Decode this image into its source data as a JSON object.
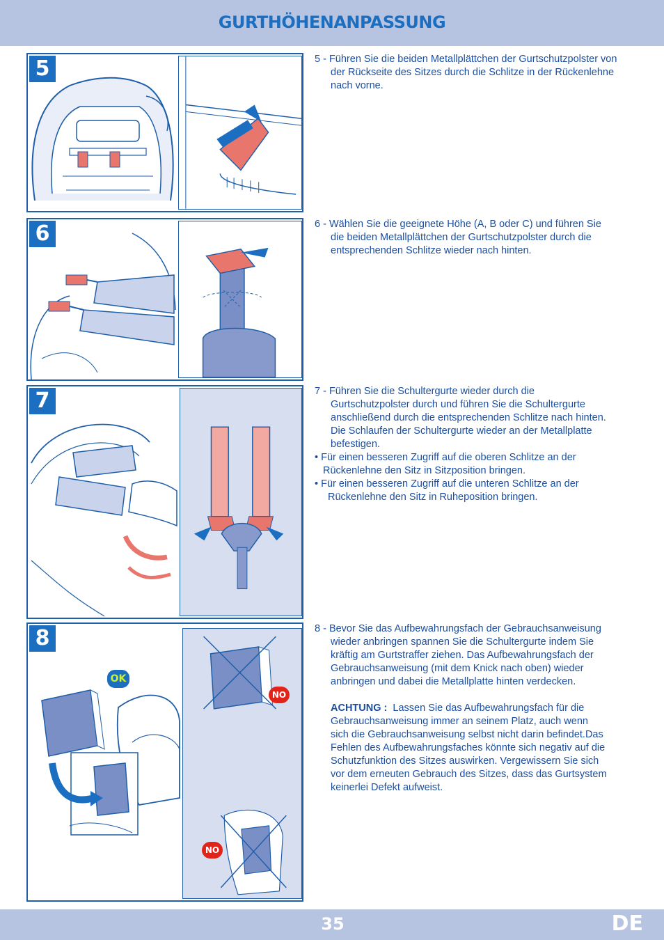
{
  "header": {
    "title": "GURTHÖHENANPASSUNG"
  },
  "footer": {
    "page_number": "35",
    "language": "DE"
  },
  "steps": [
    {
      "number": "5",
      "lines": [
        "5 - Führen Sie die beiden Metallplättchen der Gurtschutzpolster von",
        "der Rückseite des Sitzes durch die Schlitze in der Rückenlehne",
        "nach vorne."
      ]
    },
    {
      "number": "6",
      "lines": [
        "6 - Wählen Sie die geeignete Höhe (A, B oder C) und führen Sie",
        "die beiden Metallplättchen der Gurtschutzpolster durch die",
        "entsprechenden Schlitze wieder nach hinten."
      ]
    },
    {
      "number": "7",
      "lines": [
        "7 - Führen Sie die Schultergurte wieder durch die",
        "Gurtschutzpolster durch und führen Sie die Schultergurte",
        "anschließend durch die entsprechenden Schlitze nach hinten.",
        "Die Schlaufen der Schultergurte wieder an der Metallplatte",
        "befestigen."
      ],
      "bullets": [
        [
          "• Für einen besseren Zugriff auf die oberen Schlitze an der",
          "Rückenlehne den Sitz in Sitzposition bringen."
        ],
        [
          "• Für einen besseren Zugriff auf die unteren Schlitze an der",
          "Rückenlehne den Sitz in Ruheposition bringen."
        ]
      ]
    },
    {
      "number": "8",
      "lines": [
        "8 - Bevor Sie das Aufbewahrungsfach der Gebrauchsanweisung",
        "wieder anbringen spannen Sie die Schultergurte indem Sie",
        "kräftig am Gurtstraffer ziehen. Das Aufbewahrungsfach der",
        "Gebrauchsanweisung (mit dem Knick nach oben) wieder",
        "anbringen und dabei die Metallplatte hinten verdecken."
      ],
      "warning_label": "ACHTUNG :",
      "warning_lines": [
        "Lassen Sie das Aufbewahrungsfach für die",
        "Gebrauchsanweisung immer an seinem Platz, auch wenn",
        "sich die Gebrauchsanweisung selbst nicht darin befindet.Das",
        "Fehlen des Aufbewahrungsfaches könnte sich negativ auf die",
        "Schutzfunktion des Sitzes auswirken. Vergewissern Sie sich",
        "vor dem erneuten Gebrauch des Sitzes, dass das Gurtsystem",
        "keinerlei Defekt aufweist."
      ],
      "badges": {
        "ok": "OK",
        "no": "NO"
      }
    }
  ],
  "colors": {
    "accent": "#1c6fc0",
    "header_band": "#b6c4e2",
    "strap": "#e8766d",
    "panel_fill": "#d6def0"
  }
}
